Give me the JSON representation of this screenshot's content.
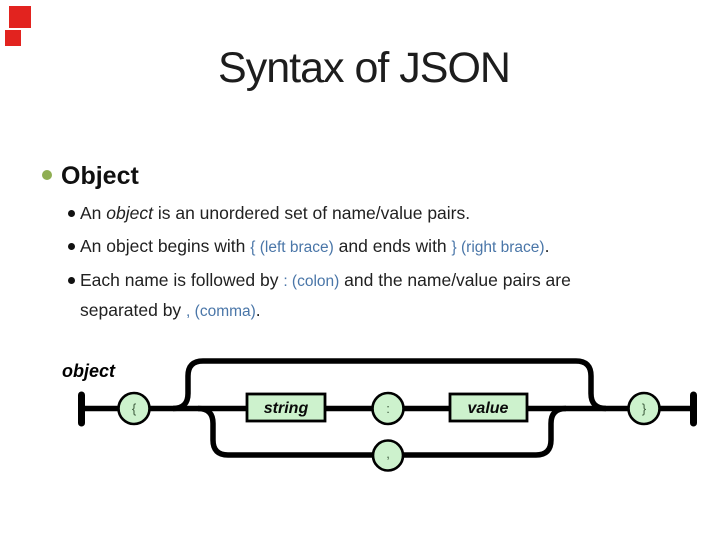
{
  "slide": {
    "title": "Syntax of JSON"
  },
  "bullets": {
    "main_label": "Object",
    "sub1": {
      "r0": "An ",
      "r1": "object",
      "r2": " is an unordered set of name/value pairs."
    },
    "sub2": {
      "r0": "An object begins with ",
      "r1": "{ (left brace)",
      "r2": " and ends with ",
      "r3": "} (right brace)",
      "r4": "."
    },
    "sub3": {
      "r0": "Each name is followed by ",
      "r1": ": (colon)",
      "r2": " and the name/value pairs are",
      "r3": "separated by ",
      "r4": ", (comma)",
      "r5": "."
    }
  },
  "diagram": {
    "label": "object",
    "nodes": {
      "open_brace": "{",
      "string": "string",
      "colon": ":",
      "value": "value",
      "comma": ",",
      "close_brace": "}"
    }
  },
  "colors": {
    "accent_blue": "#4a76a8",
    "bullet_green": "#8fae52",
    "node_fill": "#cdf2cd",
    "decor_red": "#e2231f",
    "line_black": "#000000"
  }
}
